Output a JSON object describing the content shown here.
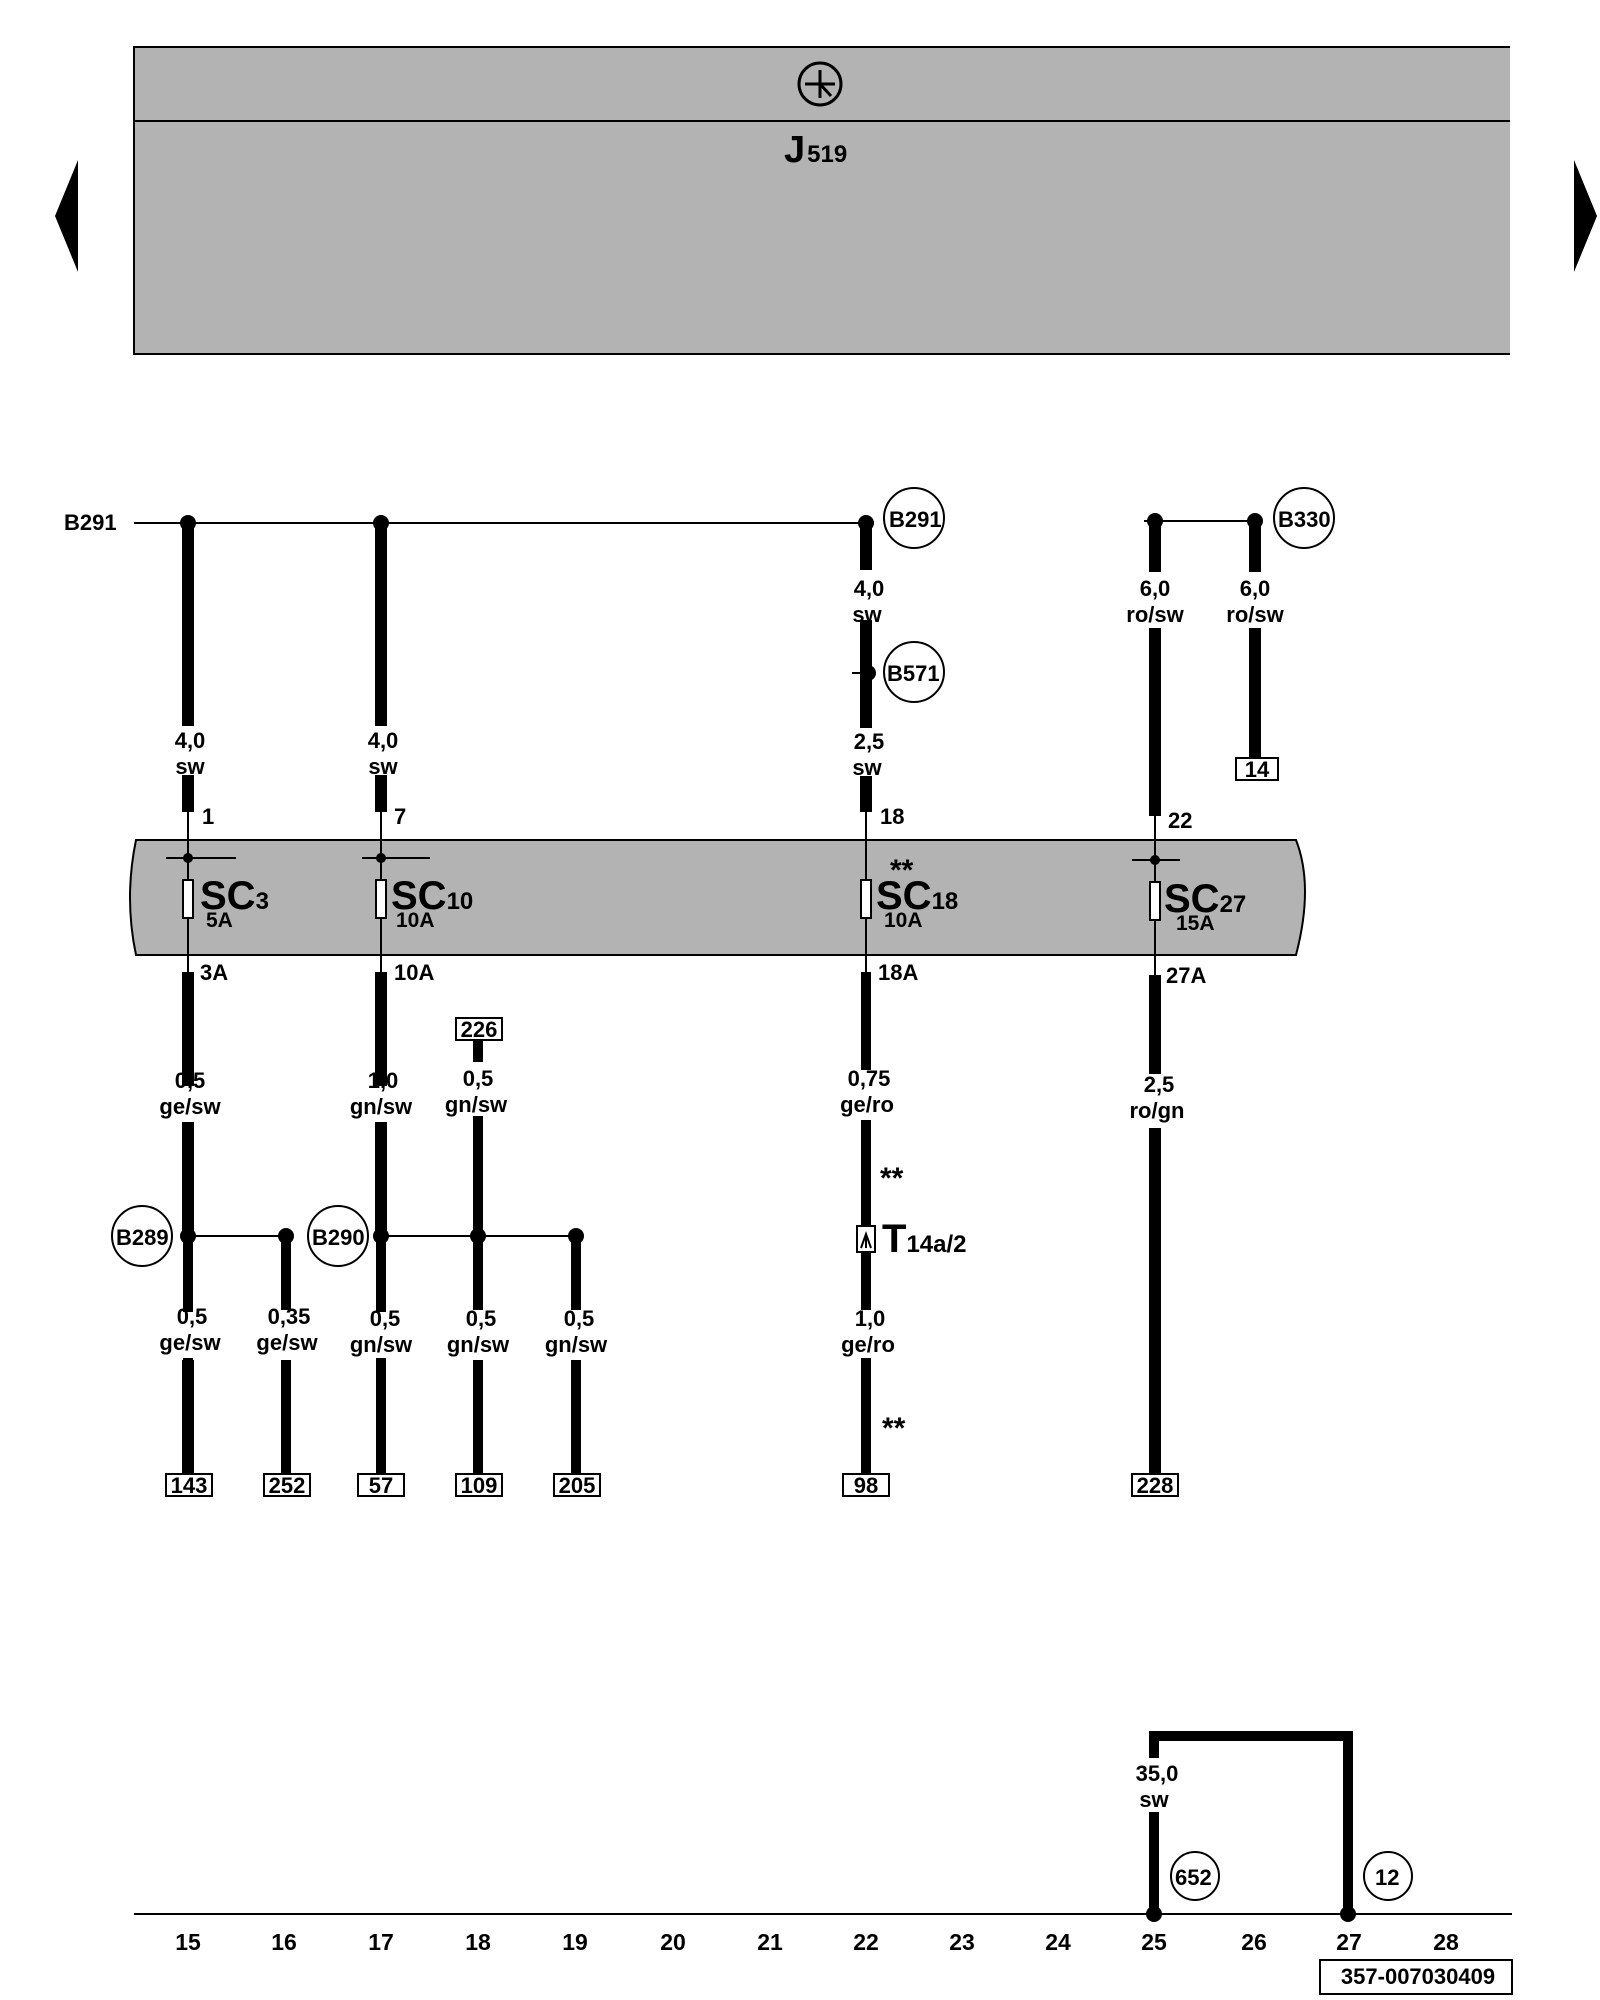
{
  "header": {
    "symbol": "clock-power-icon",
    "title_main": "J",
    "title_sub": "519"
  },
  "nav": {
    "prev": "arrow-left-icon",
    "next": "arrow-right-icon"
  },
  "bus_label": "B291",
  "wires": {
    "w1_top_size": "4,0",
    "w1_top_color": "sw",
    "w1_pin_in": "1",
    "w2_top_size": "4,0",
    "w2_top_color": "sw",
    "w2_pin_in": "7",
    "w3_top_size": "4,0",
    "w3_top_color": "sw",
    "w3_mid_size": "2,5",
    "w3_mid_color": "sw",
    "w3_pin_in": "18",
    "w4_top_size": "6,0",
    "w4_top_color": "ro/sw",
    "w4_pin_in": "22",
    "w5_top_size": "6,0",
    "w5_top_color": "ro/sw",
    "w1_out_pin": "3A",
    "w1_out_size": "0,5",
    "w1_out_color": "ge/sw",
    "w2_out_pin": "10A",
    "w2_out_size": "1,0",
    "w2_out_color": "gn/sw",
    "w3_out_pin": "18A",
    "w3_out_size": "0,75",
    "w3_out_color": "ge/ro",
    "w4_out_pin": "27A",
    "w4_out_size": "2,5",
    "w4_out_color": "ro/gn",
    "w6_size": "0,5",
    "w6_color": "gn/sw",
    "b1_size": "0,5",
    "b1_color": "ge/sw",
    "b2_size": "0,35",
    "b2_color": "ge/sw",
    "b3_size": "0,5",
    "b3_color": "gn/sw",
    "b4_size": "0,5",
    "b4_color": "gn/sw",
    "b5_size": "0,5",
    "b5_color": "gn/sw",
    "b6_size": "1,0",
    "b6_color": "ge/ro",
    "ground_size": "35,0",
    "ground_color": "sw"
  },
  "fuses": {
    "f1_name": "SC",
    "f1_num": "3",
    "f1_amp": "5A",
    "f2_name": "SC",
    "f2_num": "10",
    "f2_amp": "10A",
    "f3_name": "SC",
    "f3_num": "18",
    "f3_amp": "10A",
    "f4_name": "SC",
    "f4_num": "27",
    "f4_amp": "15A"
  },
  "connector": {
    "name": "T",
    "sub": "14a/2"
  },
  "notes": {
    "star1": "**",
    "star2": "**",
    "star3": "**"
  },
  "refs": {
    "r_b291": "B291",
    "r_b330": "B330",
    "r_b571": "B571",
    "r_b289": "B289",
    "r_b290": "B290",
    "r_652": "652",
    "r_12": "12"
  },
  "boxes": {
    "x14": "14",
    "x226": "226",
    "x143": "143",
    "x252": "252",
    "x57": "57",
    "x109": "109",
    "x205": "205",
    "x98": "98",
    "x228": "228"
  },
  "columns": [
    "15",
    "16",
    "17",
    "18",
    "19",
    "20",
    "21",
    "22",
    "23",
    "24",
    "25",
    "26",
    "27",
    "28"
  ],
  "doc_number": "357-007030409"
}
